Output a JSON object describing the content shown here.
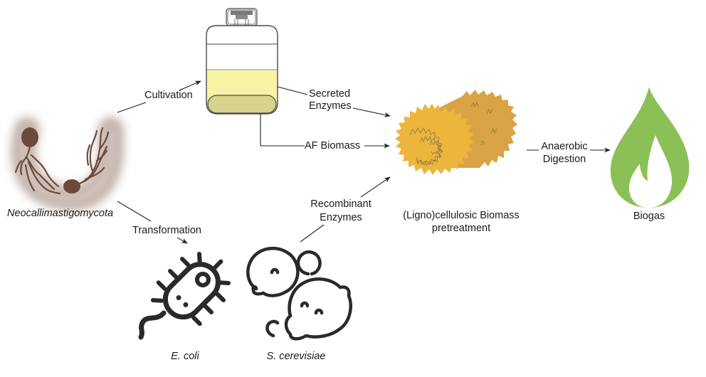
{
  "diagram": {
    "title": "Anaerobic fungi (Neocallimastigomycota) enzymes for lignocellulosic biomass pretreatment and biogas production",
    "colors": {
      "fungus": "#6b4a3a",
      "fungus_glow": "#b8a79c",
      "bottle_outline": "#4a4a4a",
      "bottle_cap": "#808080",
      "culture_medium": "#f6f3a4",
      "fungal_biomass": "#d6d38c",
      "hay_front": "#ecb53c",
      "hay_back": "#d9a345",
      "hay_lines": "#7a6a48",
      "flame": "#8bc057",
      "microbe_outline": "#2a2a2a",
      "arrow": "#222222"
    },
    "nodes": {
      "fungus": {
        "label": "Neocallimastigomycota",
        "icon": "anaerobic-fungus-icon"
      },
      "bottle": {
        "icon": "culture-bottle-icon"
      },
      "biomass": {
        "label_line1": "(Ligno)cellulosic Biomass",
        "label_line2": "pretreatment",
        "icon": "hay-bale-icon"
      },
      "biogas": {
        "label": "Biogas",
        "icon": "flame-icon"
      },
      "ecoli": {
        "label": "E. coli",
        "icon": "bacterium-icon"
      },
      "yeast": {
        "label": "S. cerevisiae",
        "icon": "yeast-cells-icon"
      }
    },
    "edges": {
      "cultivation": {
        "label": "Cultivation"
      },
      "secreted": {
        "label_line1": "Secreted",
        "label_line2": "Enzymes"
      },
      "af_biomass": {
        "label": "AF Biomass"
      },
      "transformation": {
        "label": "Transformation"
      },
      "recombinant": {
        "label_line1": "Recombinant",
        "label_line2": "Enzymes"
      },
      "digestion": {
        "label_line1": "Anaerobic",
        "label_line2": "Digestion"
      }
    }
  }
}
